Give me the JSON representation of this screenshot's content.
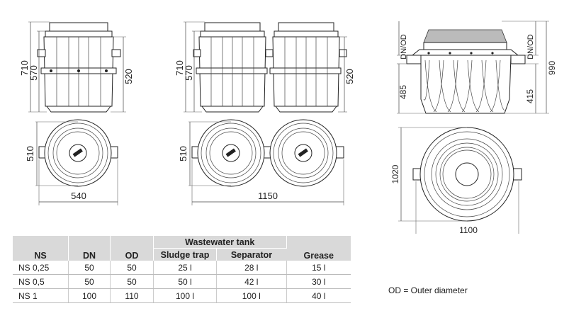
{
  "dimensions": {
    "single_side_height_total": "710",
    "single_side_height_body": "570",
    "single_side_height_right": "520",
    "single_top_depth": "510",
    "single_top_width": "540",
    "double_side_height_total": "710",
    "double_side_height_body": "570",
    "double_side_height_right": "520",
    "double_top_depth": "510",
    "double_top_width": "1150",
    "large_side_dn_od_left": "DN/OD",
    "large_side_dn_od_right": "DN/OD",
    "large_side_height_total": "990",
    "large_side_height_left": "485",
    "large_side_height_right": "415",
    "large_top_depth": "1020",
    "large_top_width": "1100"
  },
  "table": {
    "group_header": "Wastewater tank",
    "headers": [
      "NS",
      "DN",
      "OD",
      "Sludge trap",
      "Separator",
      "Grease"
    ],
    "rows": [
      [
        "NS 0,25",
        "50",
        "50",
        "25 l",
        "28 l",
        "15 l"
      ],
      [
        "NS 0,5",
        "50",
        "50",
        "50 l",
        "42 l",
        "30 l"
      ],
      [
        "NS 1",
        "100",
        "110",
        "100 l",
        "100 l",
        "40 l"
      ]
    ]
  },
  "note": "OD = Outer diameter"
}
